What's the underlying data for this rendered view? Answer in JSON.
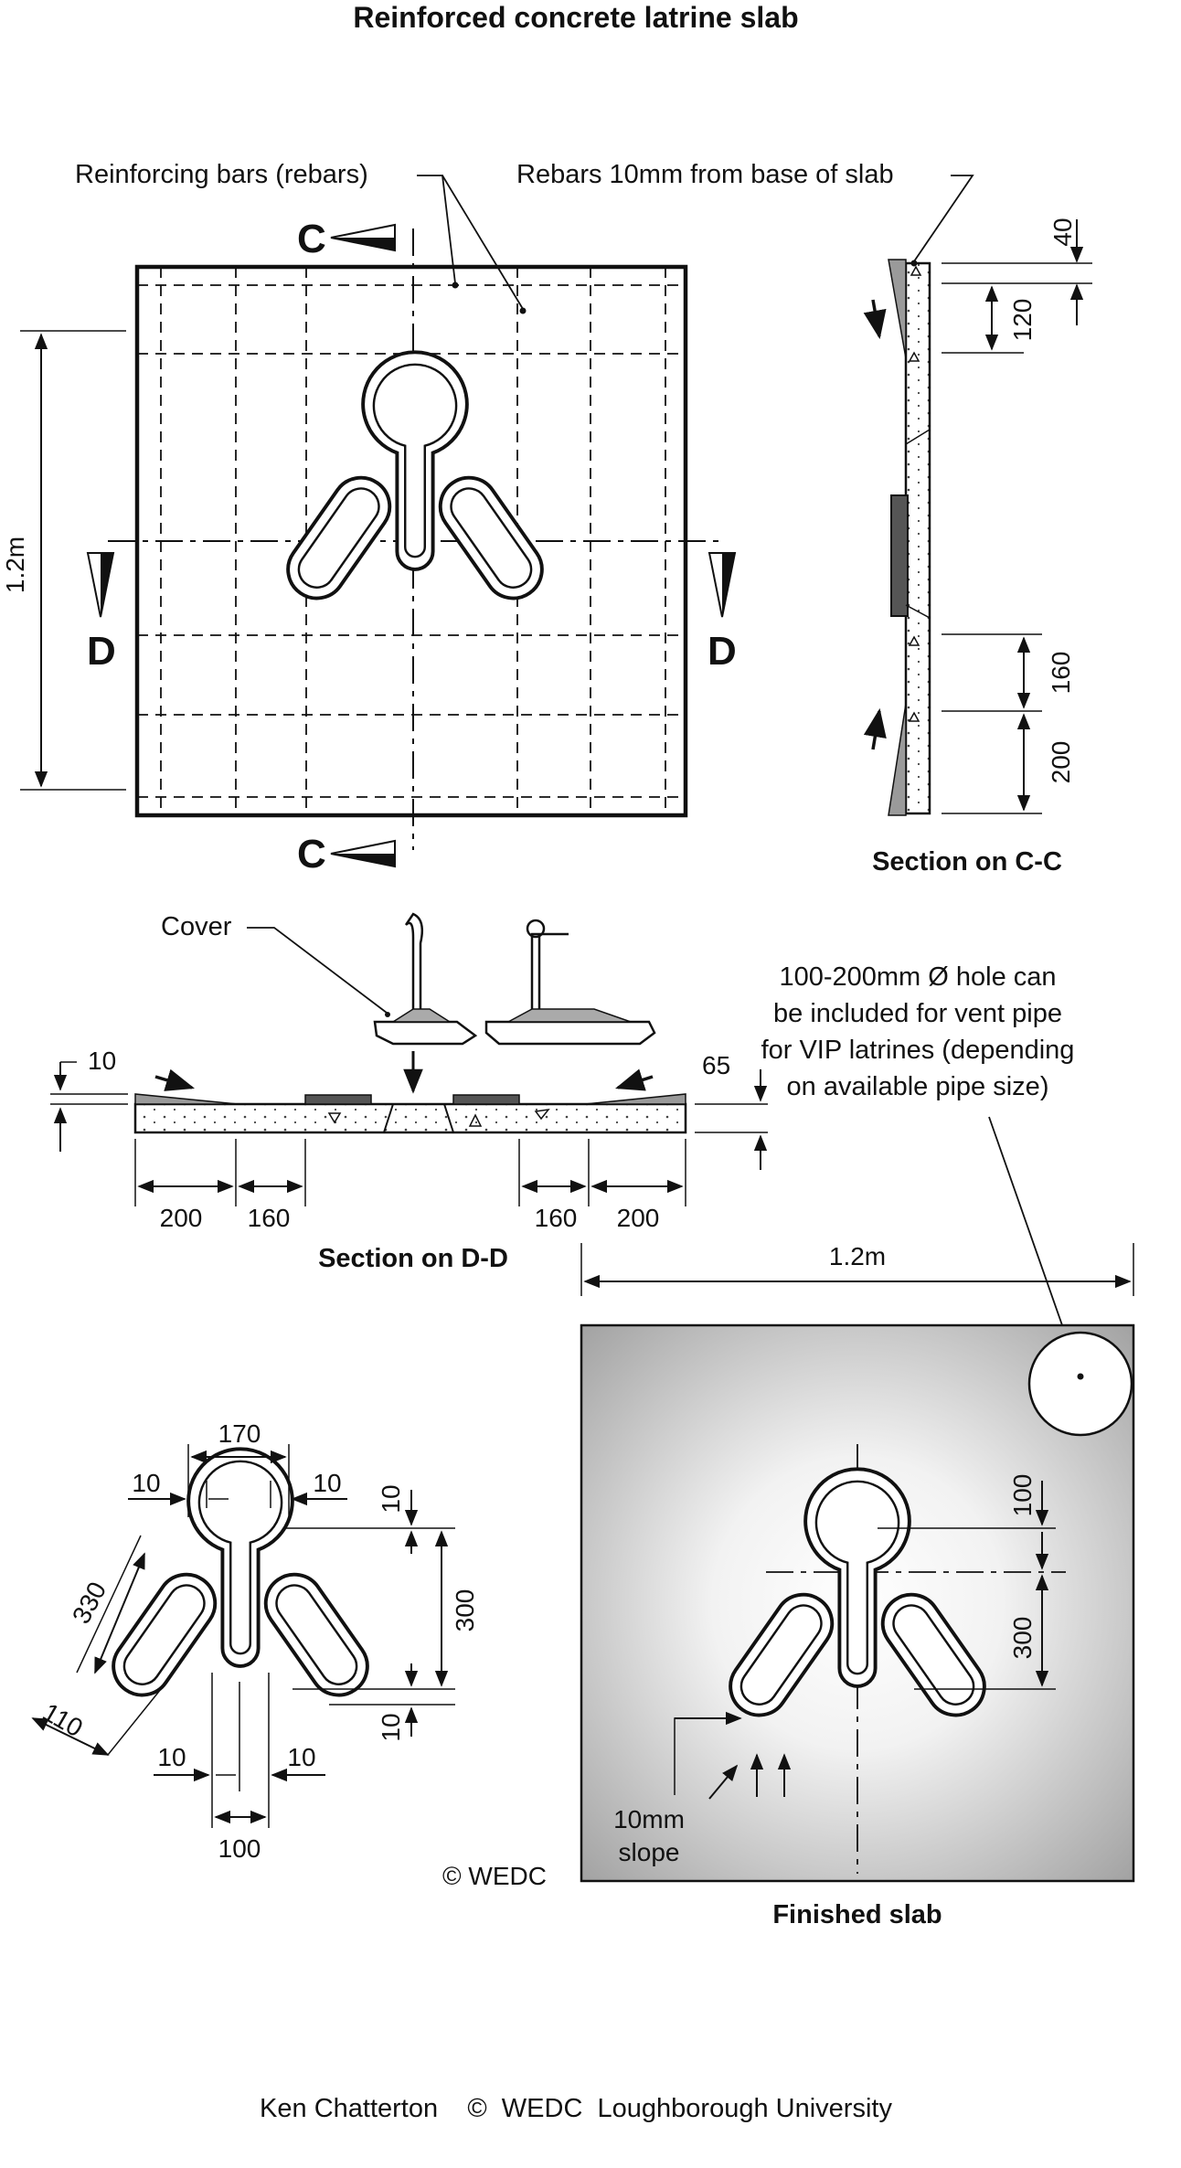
{
  "title": "Reinforced concrete latrine slab",
  "labels": {
    "rebars": "Reinforcing bars (rebars)",
    "rebars_base": "Rebars 10mm from base of slab",
    "section_c": "C",
    "section_d": "D",
    "size_1_2m": "1.2m",
    "cover": "Cover"
  },
  "section_cc": {
    "caption": "Section on C-C",
    "dims": [
      "40",
      "120",
      "160",
      "200"
    ]
  },
  "section_dd": {
    "caption": "Section on D-D",
    "dims": [
      "10",
      "65",
      "200",
      "160",
      "160",
      "200"
    ]
  },
  "vent_note": [
    "100-200mm Ø hole can",
    "be included for vent pipe",
    "for VIP latrines (depending",
    "on available pipe size)"
  ],
  "detail": {
    "dims": [
      "170",
      "10",
      "10",
      "10",
      "300",
      "10",
      "330",
      "110",
      "10",
      "10",
      "100"
    ]
  },
  "finished": {
    "caption": "Finished slab",
    "width": "1.2m",
    "dims": [
      "100",
      "300"
    ],
    "slope": [
      "10mm",
      "slope"
    ]
  },
  "copyright_small": "© WEDC",
  "credit": "Ken Chatterton    ©  WEDC  Loughborough University",
  "colors": {
    "ink": "#111111",
    "slab_gray": "#9a9a9a",
    "cover_dark": "#555555",
    "paper": "#ffffff"
  }
}
